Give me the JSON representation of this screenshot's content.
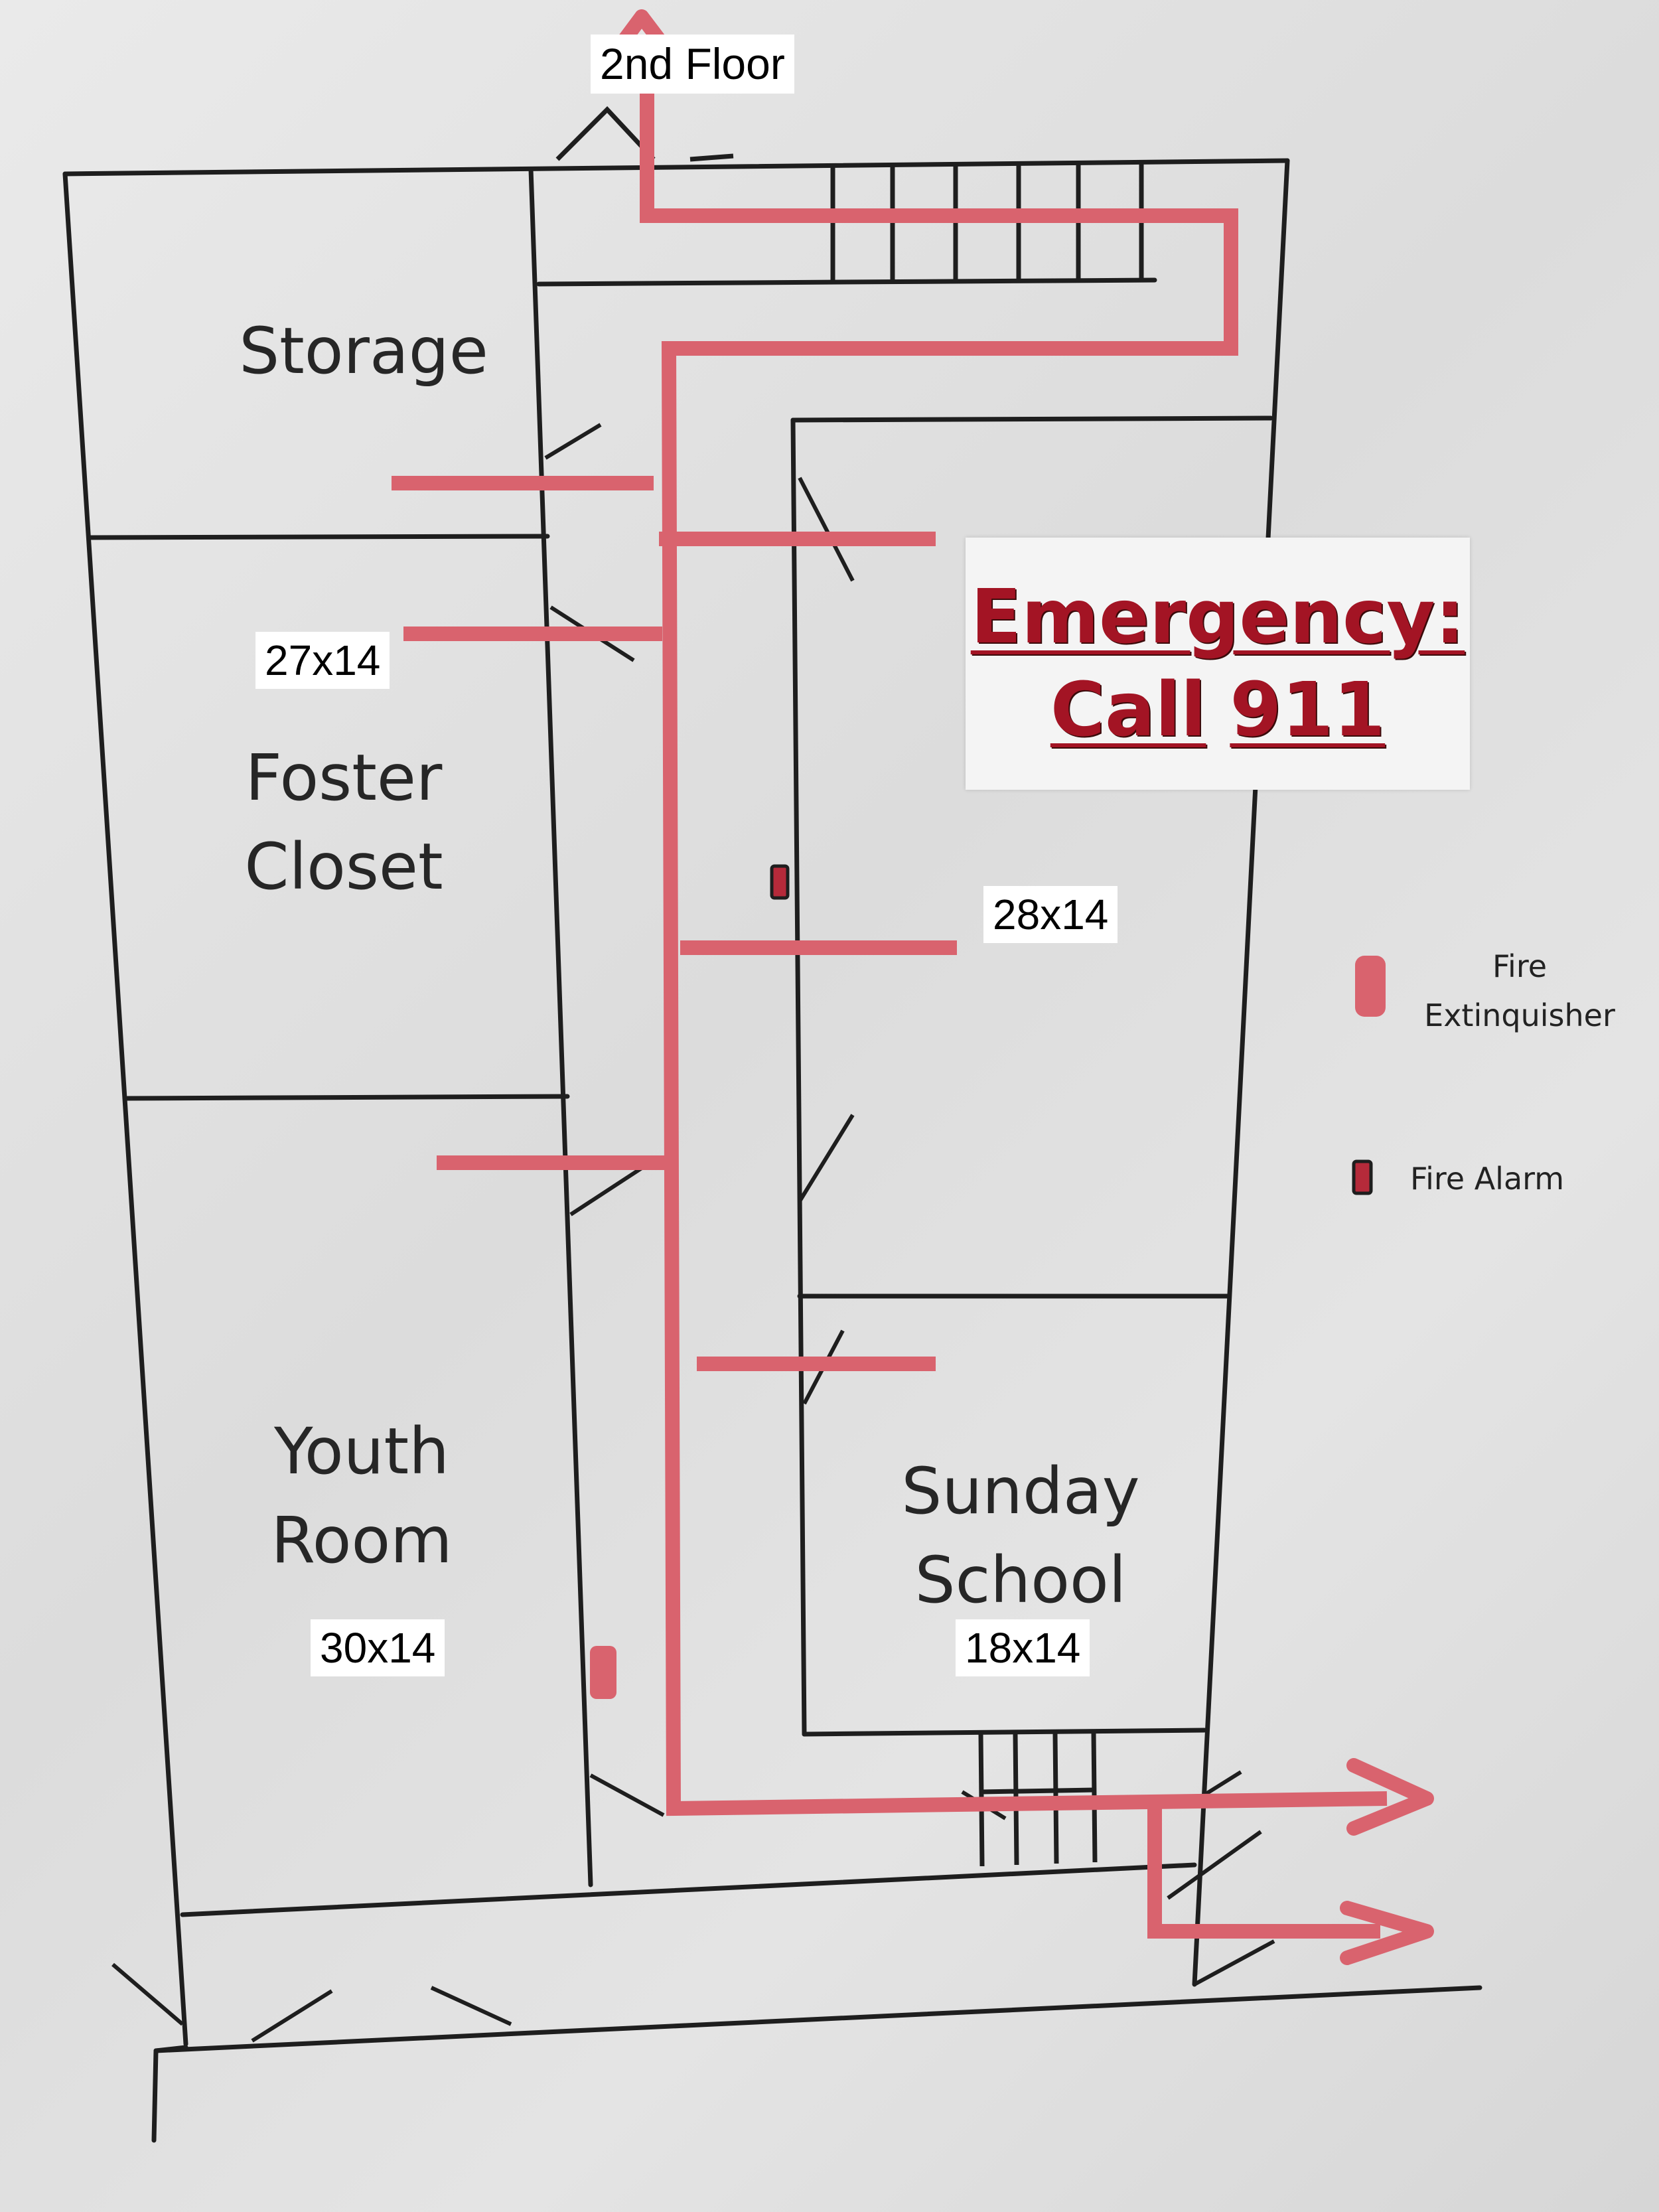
{
  "floor_label": "2nd Floor",
  "rooms": [
    {
      "key": "storage",
      "lines": [
        "Storage"
      ]
    },
    {
      "key": "foster-closet",
      "lines": [
        "Foster",
        "Closet"
      ],
      "size": "27x14"
    },
    {
      "key": "youth-room",
      "lines": [
        "Youth",
        "Room"
      ],
      "size": "30x14"
    },
    {
      "key": "sunday-school",
      "lines": [
        "Sunday",
        "School"
      ],
      "size": "18x14"
    }
  ],
  "unnamed_room_size": "28x14",
  "emergency": {
    "line1": "Emergency:",
    "line2_a": "Call",
    "line2_b": "911"
  },
  "legend": {
    "extinguisher_label": "Fire Extinquisher",
    "alarm_label": "Fire Alarm"
  },
  "colors": {
    "wall": "#1e1e1e",
    "route": "#d9636e",
    "alarm": "#b52a3a",
    "emergency_text": "#a31424"
  },
  "icons": [
    "exit-route-arrow",
    "fire-extinguisher-icon",
    "fire-alarm-icon",
    "door-swing",
    "stairs"
  ]
}
